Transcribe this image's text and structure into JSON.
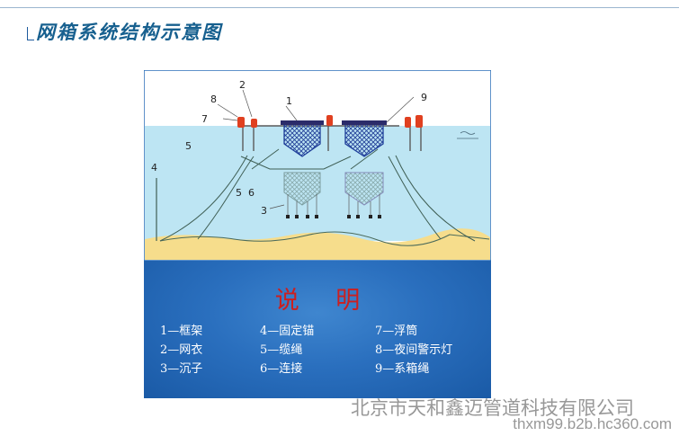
{
  "page": {
    "title": "网箱系统结构示意图"
  },
  "diagram": {
    "callouts": [
      "1",
      "2",
      "3",
      "4",
      "5",
      "5",
      "6",
      "7",
      "8",
      "9"
    ]
  },
  "legend": {
    "title": "说 明",
    "items": [
      "1—框架",
      "2—网衣",
      "3—沉子",
      "4—固定锚",
      "5—缆绳",
      "6—连接",
      "7—浮筒",
      "8—夜间警示灯",
      "9—系箱绳"
    ]
  },
  "watermark": {
    "company": "北京市天和鑫迈管道科技有限公司",
    "url": "thxm99.b2b.hc360.com"
  },
  "colors": {
    "title": "#17608f",
    "water": "#bde5f3",
    "sand": "#f6dd8c",
    "legend_bg": "#2a6fbe",
    "legend_title": "#cc1f1f",
    "float": "#e04020",
    "net_cage": "#1f3f9a"
  }
}
